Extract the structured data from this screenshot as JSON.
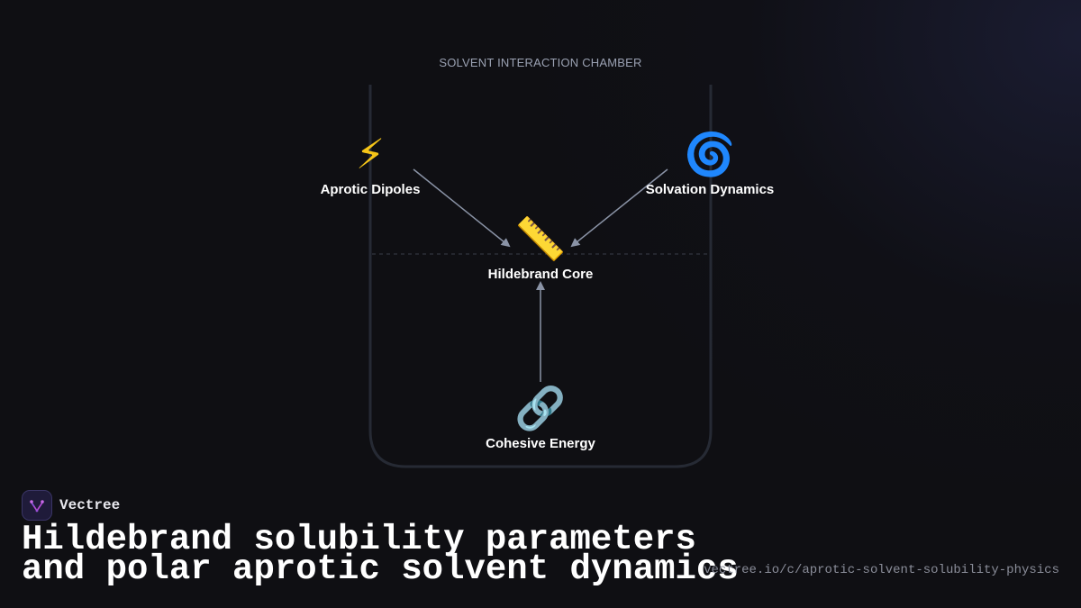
{
  "diagram": {
    "title": "SOLVENT INTERACTION CHAMBER",
    "nodes": [
      {
        "id": "aprotic",
        "label": "Aprotic Dipoles",
        "icon": "lightning-bolt-icon",
        "glyph": "⚡"
      },
      {
        "id": "solvation",
        "label": "Solvation Dynamics",
        "icon": "cyclone-icon",
        "glyph": "🌀"
      },
      {
        "id": "core",
        "label": "Hildebrand Core",
        "icon": "ruler-icon",
        "glyph": "📏"
      },
      {
        "id": "cohesive",
        "label": "Cohesive Energy",
        "icon": "chain-link-icon",
        "glyph": "🔗"
      }
    ],
    "edges": [
      {
        "from": "Aprotic Dipoles",
        "to": "Hildebrand Core"
      },
      {
        "from": "Solvation Dynamics",
        "to": "Hildebrand Core"
      },
      {
        "from": "Cohesive Energy",
        "to": "Hildebrand Core"
      }
    ]
  },
  "brand": {
    "name": "Vectree",
    "logo_color": "#1f1b3a",
    "accent": "#b44bd6"
  },
  "headline": {
    "line1": "Hildebrand solubility parameters",
    "line2": "and polar aprotic solvent dynamics"
  },
  "source_url": "vectree.io/c/aprotic-solvent-solubility-physics",
  "colors": {
    "background": "#0f0f13",
    "chamber_outline": "#2a2e38",
    "arrow": "#8a93a6",
    "title": "#9aa1b2"
  }
}
